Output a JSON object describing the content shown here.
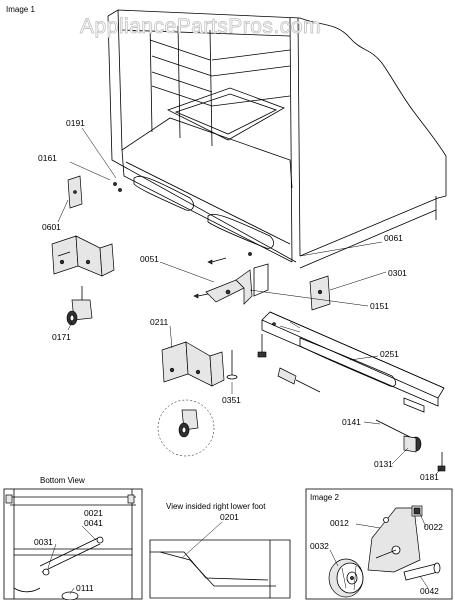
{
  "watermark": "AppliancePartsPros.com",
  "captions": {
    "image1": "Image 1",
    "image2": "Image 2",
    "bottom_view": "Bottom View",
    "right_foot": "View insided right lower foot"
  },
  "parts": {
    "p0191": "0191",
    "p0161": "0161",
    "p0601": "0601",
    "p0171": "0171",
    "p0051": "0051",
    "p0061": "0061",
    "p0301": "0301",
    "p0151": "0151",
    "p0211": "0211",
    "p0251": "0251",
    "p0351": "0351",
    "p0141": "0141",
    "p0131": "0131",
    "p0181": "0181",
    "p0021": "0021",
    "p0041": "0041",
    "p0031": "0031",
    "p0111": "0111",
    "p0201": "0201",
    "p0012": "0012",
    "p0022": "0022",
    "p0032": "0032",
    "p0042": "0042"
  }
}
